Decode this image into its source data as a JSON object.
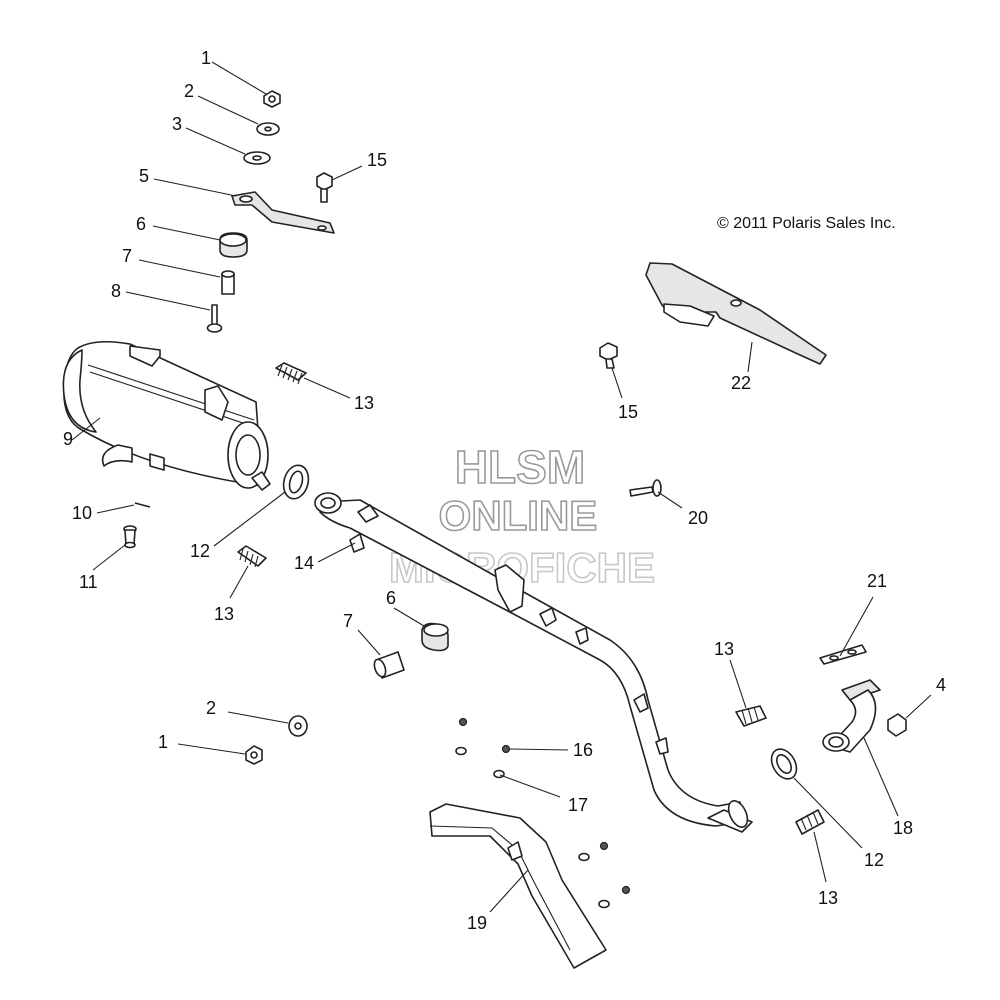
{
  "copyright": "© 2011 Polaris Sales Inc.",
  "watermark": {
    "line1": "HLSM",
    "line2": "ONLINE",
    "line3": "MICROFICHE"
  },
  "callouts": {
    "c1a": "1",
    "c2a": "2",
    "c3": "3",
    "c5": "5",
    "c6a": "6",
    "c7a": "7",
    "c8": "8",
    "c15a": "15",
    "c9": "9",
    "c13a": "13",
    "c10": "10",
    "c11": "11",
    "c12a": "12",
    "c13b": "13",
    "c14": "14",
    "c15b": "15",
    "c22": "22",
    "c20": "20",
    "c6b": "6",
    "c7b": "7",
    "c21": "21",
    "c13c": "13",
    "c4": "4",
    "c2b": "2",
    "c1b": "1",
    "c16": "16",
    "c17": "17",
    "c18": "18",
    "c12b": "12",
    "c13d": "13",
    "c19": "19"
  }
}
